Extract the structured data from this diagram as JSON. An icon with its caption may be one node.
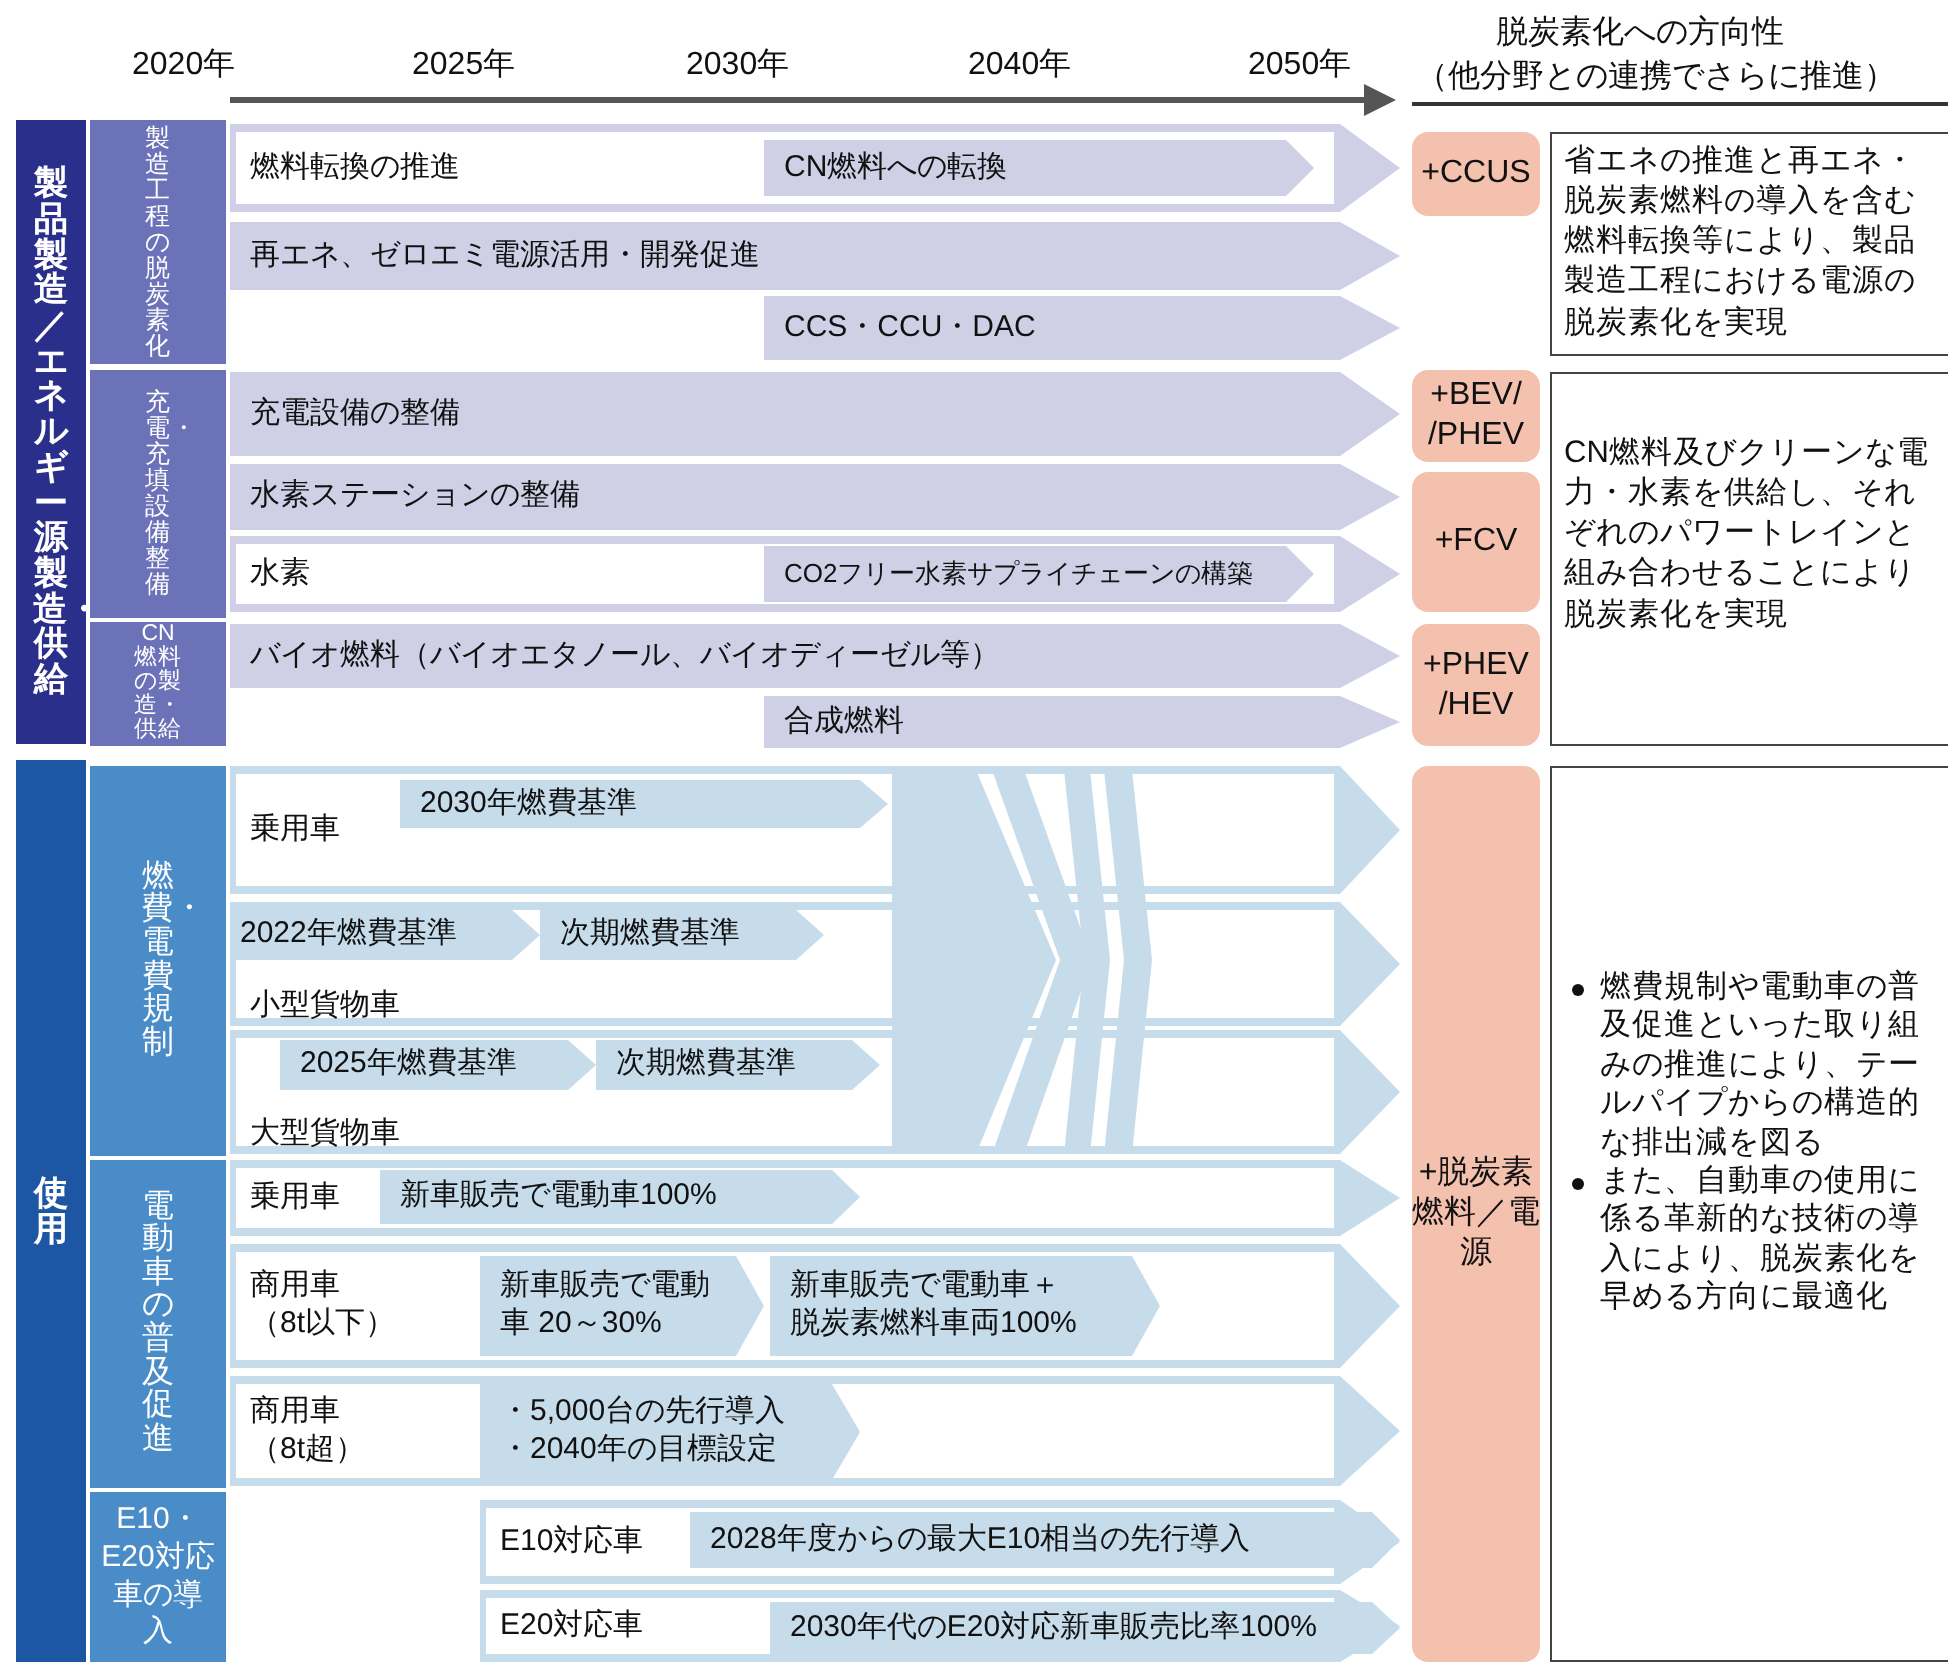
{
  "diagram": {
    "nodes": [
      {
        "text": [
          "製品製造／エネルギー源製造・供給"
        ]
      },
      {
        "text": [
          "製造工程の脱炭素化"
        ]
      },
      {
        "text": [
          "充電・充填設備整備"
        ]
      },
      {
        "text": [
          "CN燃料の製造・供給"
        ]
      },
      {
        "text": [
          "燃料転換の推進"
        ]
      },
      {
        "text": [
          "CN燃料への転換"
        ],
        "in": 4
      },
      {
        "text": [
          "再エネ、ゼロエミ電源活用・開発促進"
        ]
      },
      {
        "text": [
          "CCS・CCU・DAC"
        ]
      },
      {
        "text": [
          "充電設備の整備"
        ]
      },
      {
        "text": [
          "水素ステーションの整備"
        ]
      },
      {
        "text": [
          "水素"
        ]
      },
      {
        "text": [
          "CO2フリー水素サプライチェーンの構築"
        ],
        "in": 10
      },
      {
        "text": [
          "バイオ燃料（バイオエタノール、バイオディーゼル等）"
        ]
      },
      {
        "text": [
          "合成燃料"
        ]
      },
      {
        "text": [
          "+CCUS"
        ]
      },
      {
        "text": [
          "+BEV/ /PHEV"
        ]
      },
      {
        "text": [
          "+FCV"
        ]
      },
      {
        "text": [
          "+PHEV /HEV"
        ]
      },
      {
        "text": [
          "省エネの推進と再エネ・脱炭素燃料の導入を含む燃料転換等により、製品製造工程における電源の脱炭素化を実現"
        ]
      },
      {
        "text": [
          "CN燃料及びクリーンな電力・水素を供給し、それぞれのパワートレインと組み合わせることにより脱炭素化を実現"
        ]
      },
      {
        "text": [
          "使用"
        ]
      },
      {
        "text": [
          "燃費・電費規制"
        ]
      },
      {
        "text": [
          "電動車の普及促進"
        ]
      },
      {
        "text": [
          "E10・E20対応車の導入"
        ]
      },
      {
        "text": [
          "乗用車"
        ]
      },
      {
        "text": [
          "2030年燃費基準"
        ],
        "in": 24
      },
      {
        "text": [
          "小型貨物車"
        ]
      },
      {
        "text": [
          "2022年燃費基準"
        ],
        "in": 26
      },
      {
        "text": [
          "次期燃費基準"
        ],
        "in": 26
      },
      {
        "text": [
          "大型貨物車"
        ]
      },
      {
        "text": [
          "2025年燃費基準"
        ],
        "in": 29
      },
      {
        "text": [
          "次期燃費基準"
        ],
        "in": 29
      },
      {
        "text": [
          "乗用車"
        ]
      },
      {
        "text": [
          "新車販売で電動車100%"
        ],
        "in": 32
      },
      {
        "text": [
          "商用車（8t以下）"
        ]
      },
      {
        "text": [
          "新車販売で電動車 20～30%"
        ],
        "in": 34
      },
      {
        "text": [
          "新車販売で電動車＋脱炭素燃料車両100%"
        ],
        "in": 34
      },
      {
        "text": [
          "商用車（8t超）"
        ]
      },
      {
        "text": [
          "・5,000台の先行導入",
          "・2040年の目標設定"
        ],
        "in": 37
      },
      {
        "text": [
          "E10対応車"
        ]
      },
      {
        "text": [
          "2028年度からの最大E10相当の先行導入"
        ],
        "in": 39
      },
      {
        "text": [
          "E20対応車"
        ]
      },
      {
        "text": [
          "2030年代のE20対応新車販売比率100%"
        ],
        "in": 41
      },
      {
        "text": [
          "+脱炭素燃料／電源"
        ]
      },
      {
        "text": [
          "燃費規制や電動車の普及促進といった取り組みの推進により、テールパイプからの構造的な排出減を図る",
          "また、自動車の使用に係る革新的な技術の導入により、脱炭素化を早める方向に最適化"
        ]
      }
    ],
    "labels": [
      "2020年",
      "2025年",
      "2030年",
      "2040年",
      "2050年",
      "脱炭素化への方向性",
      "（他分野との連携でさらに推進）"
    ]
  }
}
